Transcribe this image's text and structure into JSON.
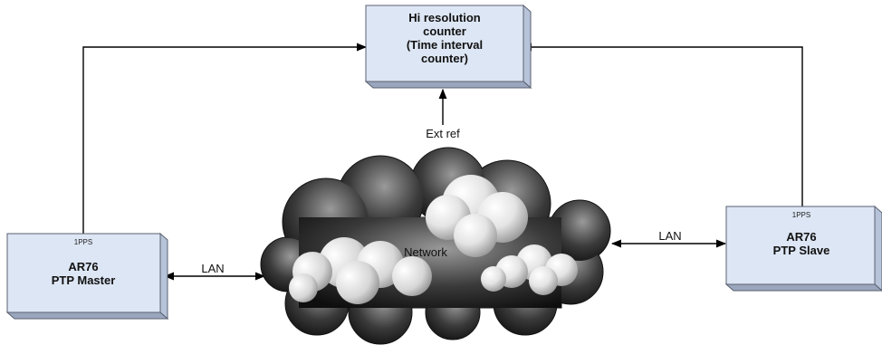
{
  "counter": {
    "lines": [
      "Hi resolution",
      "counter",
      "(Time interval",
      "counter)"
    ]
  },
  "ext_ref": "Ext ref",
  "master": {
    "pps": "1PPS",
    "lines": [
      "AR76",
      "PTP Master"
    ]
  },
  "slave": {
    "pps": "1PPS",
    "lines": [
      "AR76",
      "PTP Slave"
    ]
  },
  "network": {
    "label": "Network"
  },
  "lan_left": "LAN",
  "lan_right": "LAN",
  "colors": {
    "box_face": "#dde6f4",
    "box_side": "#b7c3d9",
    "box_edge": "#5a6070",
    "line": "#000000"
  }
}
